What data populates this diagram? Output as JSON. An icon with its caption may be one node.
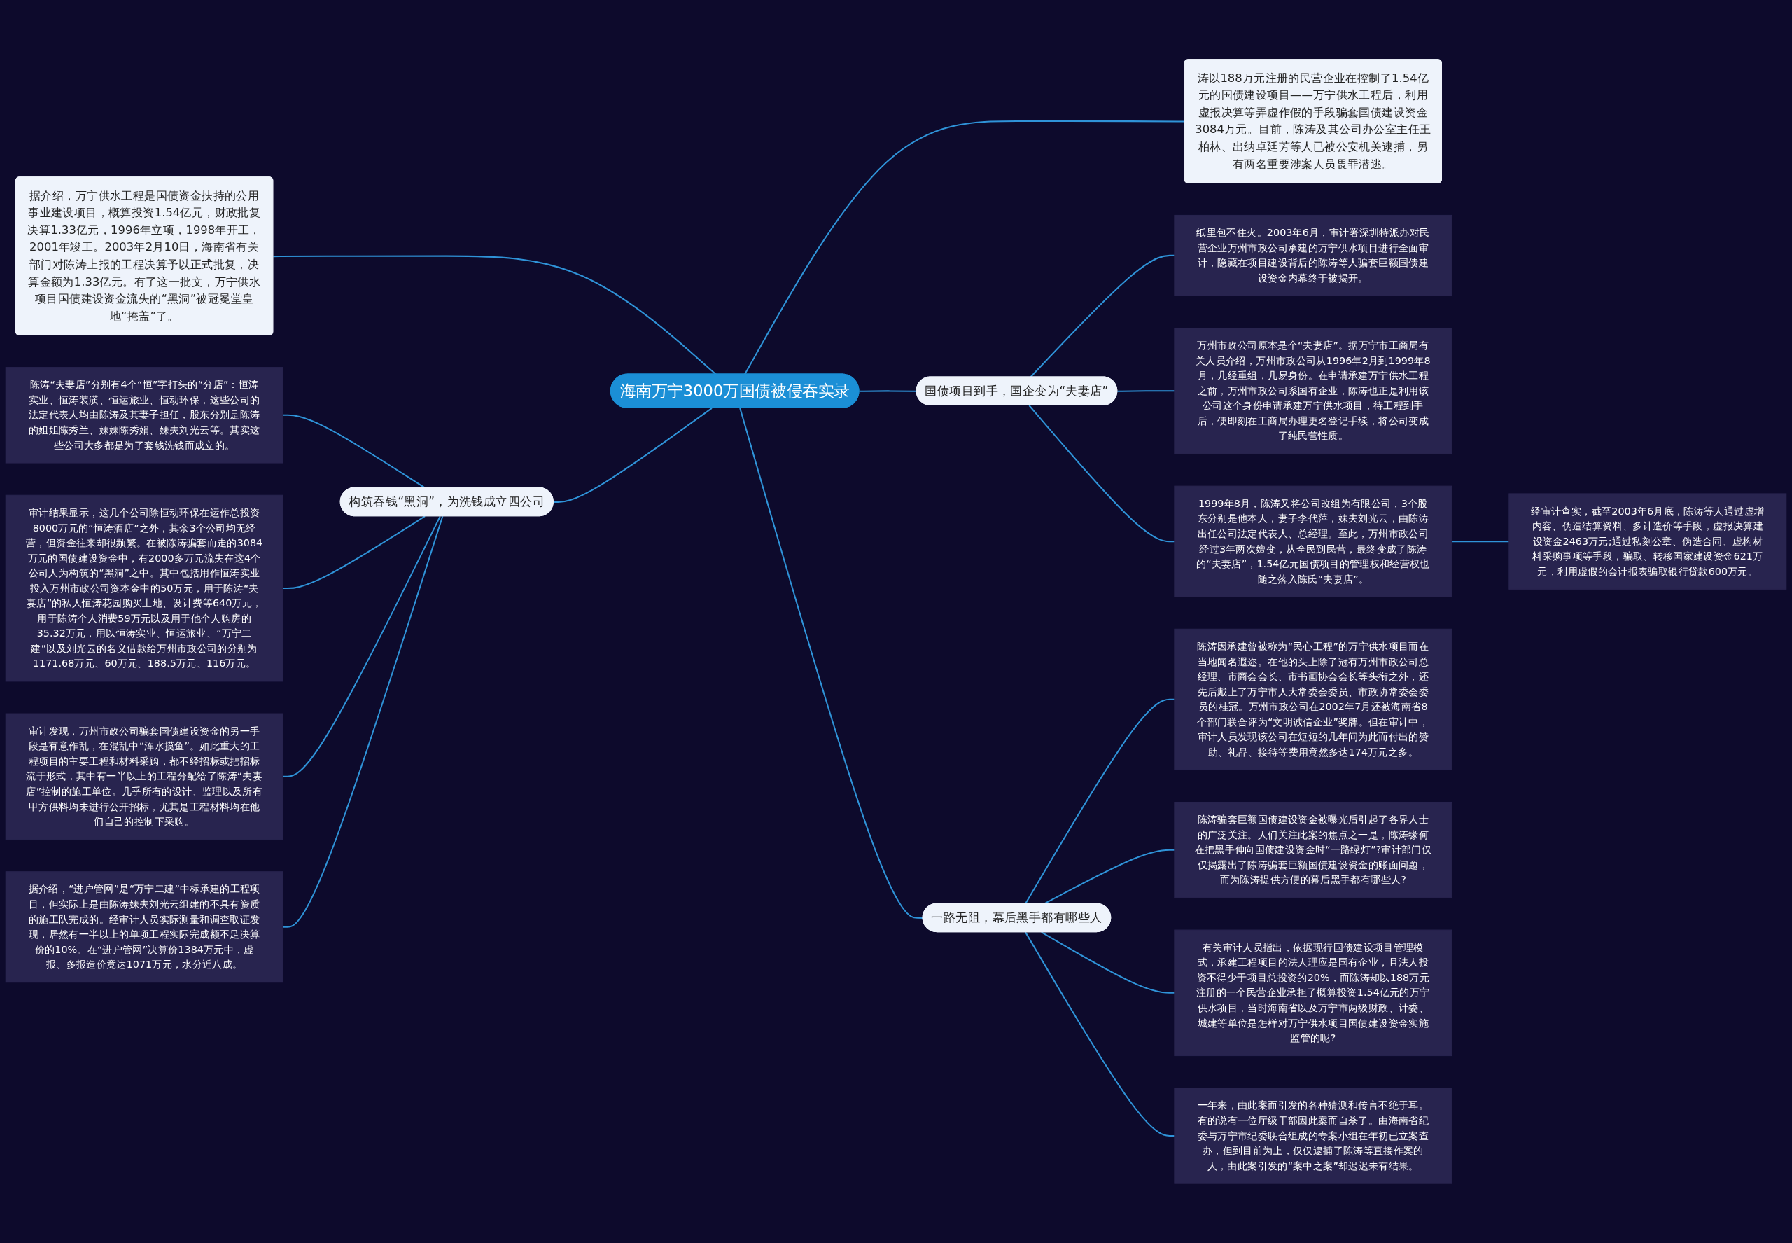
{
  "diagram": {
    "nodes": [
      {
        "text": [
          "海南万宁3000万国债被侵吞实录"
        ]
      },
      {
        "text": [
          "涛以188万元注册的民营企业在控制了1.54亿元的国债建设项目——万宁供水工程后，利用虚报决算等弄虚作假的手段骗套国债建设资金3084万元。目前，陈涛及其公司办公室主任王柏林、出纳卓廷芳等人已被公安机关逮捕，另有两名重要涉案人员畏罪潜逃。"
        ]
      },
      {
        "text": [
          "据介绍，万宁供水工程是国债资金扶持的公用事业建设项目，概算投资1.54亿元，财政批复决算1.33亿元，1996年立项，1998年开工，2001年竣工。2003年2月10日，海南省有关部门对陈涛上报的工程决算予以正式批复，决算金额为1.33亿元。有了这一批文，万宁供水项目国债建设资金流失的“黑洞”被冠冕堂皇地“掩盖”了。"
        ]
      },
      {
        "text": [
          "国债项目到手，国企变为“夫妻店”"
        ]
      },
      {
        "text": [
          "纸里包不住火。2003年6月，审计署深圳特派办对民营企业万州市政公司承建的万宁供水项目进行全面审计，隐藏在项目建设背后的陈涛等人骗套巨额国债建设资金内幕终于被揭开。"
        ]
      },
      {
        "text": [
          "万州市政公司原本是个“夫妻店”。据万宁市工商局有关人员介绍，万州市政公司从1996年2月到1999年8月，几经重组，几易身份。在申请承建万宁供水工程之前，万州市政公司系国有企业，陈涛也正是利用该公司这个身份申请承建万宁供水项目，待工程到手后，便即刻在工商局办理更名登记手续，将公司变成了纯民营性质。"
        ]
      },
      {
        "text": [
          "1999年8月，陈涛又将公司改组为有限公司，3个股东分别是他本人，妻子李代萍，妹夫刘光云，由陈涛出任公司法定代表人、总经理。至此，万州市政公司经过3年两次嬗变，从全民到民营，最终变成了陈涛的“夫妻店”，1.54亿元国债项目的管理权和经营权也随之落入陈氏“夫妻店”。"
        ]
      },
      {
        "text": [
          "经审计查实，截至2003年6月底，陈涛等人通过虚增内容、伪造结算资料、多计造价等手段，虚报决算建设资金2463万元;通过私刻公章、伪造合同、虚构材料采购事项等手段，骗取、转移国家建设资金621万元，利用虚假的会计报表骗取银行贷款600万元。"
        ]
      },
      {
        "text": [
          "构筑吞钱“黑洞”，为洗钱成立四公司"
        ]
      },
      {
        "text": [
          "陈涛“夫妻店”分别有4个“恒”字打头的“分店”：恒涛实业、恒涛装潢、恒运旅业、恒动环保，这些公司的法定代表人均由陈涛及其妻子担任，股东分别是陈涛的姐姐陈秀兰、妹妹陈秀娟、妹夫刘光云等。其实这些公司大多都是为了套钱洗钱而成立的。"
        ]
      },
      {
        "text": [
          "审计结果显示，这几个公司除恒动环保在运作总投资8000万元的“恒涛酒店”之外，其余3个公司均无经营，但资金往来却很频繁。在被陈涛骗套而走的3084万元的国债建设资金中，有2000多万元流失在这4个公司人为构筑的“黑洞”之中。其中包括用作恒涛实业投入万州市政公司资本金中的50万元，用于陈涛“夫妻店”的私人恒涛花园购买土地、设计费等640万元，用于陈涛个人消费59万元以及用于他个人购房的35.32万元，用以恒涛实业、恒运旅业、“万宁二建”以及刘光云的名义借款给万州市政公司的分别为1171.68万元、60万元、188.5万元、116万元。"
        ]
      },
      {
        "text": [
          "审计发现，万州市政公司骗套国债建设资金的另一手段是有意作乱，在混乱中“浑水摸鱼”。如此重大的工程项目的主要工程和材料采购，都不经招标或把招标流于形式，其中有一半以上的工程分配给了陈涛“夫妻店”控制的施工单位。几乎所有的设计、监理以及所有甲方供料均未进行公开招标，尤其是工程材料均在他们自己的控制下采购。"
        ]
      },
      {
        "text": [
          "据介绍，“进户管网”是“万宁二建”中标承建的工程项目，但实际上是由陈涛妹夫刘光云组建的不具有资质的施工队完成的。经审计人员实际测量和调查取证发现，居然有一半以上的单项工程实际完成额不足决算价的10%。在“进户管网”决算价1384万元中，虚报、多报造价竟达1071万元，水分近八成。"
        ]
      },
      {
        "text": [
          "一路无阻，幕后黑手都有哪些人"
        ]
      },
      {
        "text": [
          "陈涛因承建曾被称为“民心工程”的万宁供水项目而在当地闻名遐迩。在他的头上除了冠有万州市政公司总经理、市商会会长、市书画协会会长等头衔之外，还先后戴上了万宁市人大常委会委员、市政协常委会委员的桂冠。万州市政公司在2002年7月还被海南省8个部门联合评为“文明诚信企业”奖牌。但在审计中，审计人员发现该公司在短短的几年间为此而付出的赞助、礼品、接待等费用竟然多达174万元之多。"
        ]
      },
      {
        "text": [
          "陈涛骗套巨额国债建设资金被曝光后引起了各界人士的广泛关注。人们关注此案的焦点之一是，陈涛缘何在把黑手伸向国债建设资金时“一路绿灯”?审计部门仅仅揭露出了陈涛骗套巨额国债建设资金的账面问题，而为陈涛提供方便的幕后黑手都有哪些人?"
        ]
      },
      {
        "text": [
          "有关审计人员指出，依据现行国债建设项目管理模式，承建工程项目的法人理应是国有企业，且法人投资不得少于项目总投资的20%，而陈涛却以188万元注册的一个民营企业承担了概算投资1.54亿元的万宁供水项目，当时海南省以及万宁市两级财政、计委、城建等单位是怎样对万宁供水项目国债建设资金实施监管的呢?"
        ]
      },
      {
        "text": [
          "一年来，由此案而引发的各种猜测和传言不绝于耳。有的说有一位厅级干部因此案而自杀了。由海南省纪委与万宁市纪委联合组成的专案小组在年初已立案查办，但到目前为止，仅仅逮捕了陈涛等直接作案的人，由此案引发的“案中之案”却迟迟未有结果。"
        ]
      }
    ],
    "edges": [
      {
        "from": 0,
        "to": 1,
        "arrow": "none"
      },
      {
        "from": 0,
        "to": 2,
        "arrow": "none"
      },
      {
        "from": 0,
        "to": 3,
        "arrow": "none"
      },
      {
        "from": 3,
        "to": 4,
        "arrow": "none"
      },
      {
        "from": 3,
        "to": 5,
        "arrow": "none"
      },
      {
        "from": 3,
        "to": 6,
        "arrow": "none"
      },
      {
        "from": 6,
        "to": 7,
        "arrow": "none"
      },
      {
        "from": 0,
        "to": 8,
        "arrow": "none"
      },
      {
        "from": 8,
        "to": 9,
        "arrow": "none"
      },
      {
        "from": 8,
        "to": 10,
        "arrow": "none"
      },
      {
        "from": 8,
        "to": 11,
        "arrow": "none"
      },
      {
        "from": 8,
        "to": 12,
        "arrow": "none"
      },
      {
        "from": 0,
        "to": 13,
        "arrow": "none"
      },
      {
        "from": 13,
        "to": 14,
        "arrow": "none"
      },
      {
        "from": 13,
        "to": 15,
        "arrow": "none"
      },
      {
        "from": 13,
        "to": 16,
        "arrow": "none"
      },
      {
        "from": 13,
        "to": 17,
        "arrow": "none"
      }
    ]
  }
}
